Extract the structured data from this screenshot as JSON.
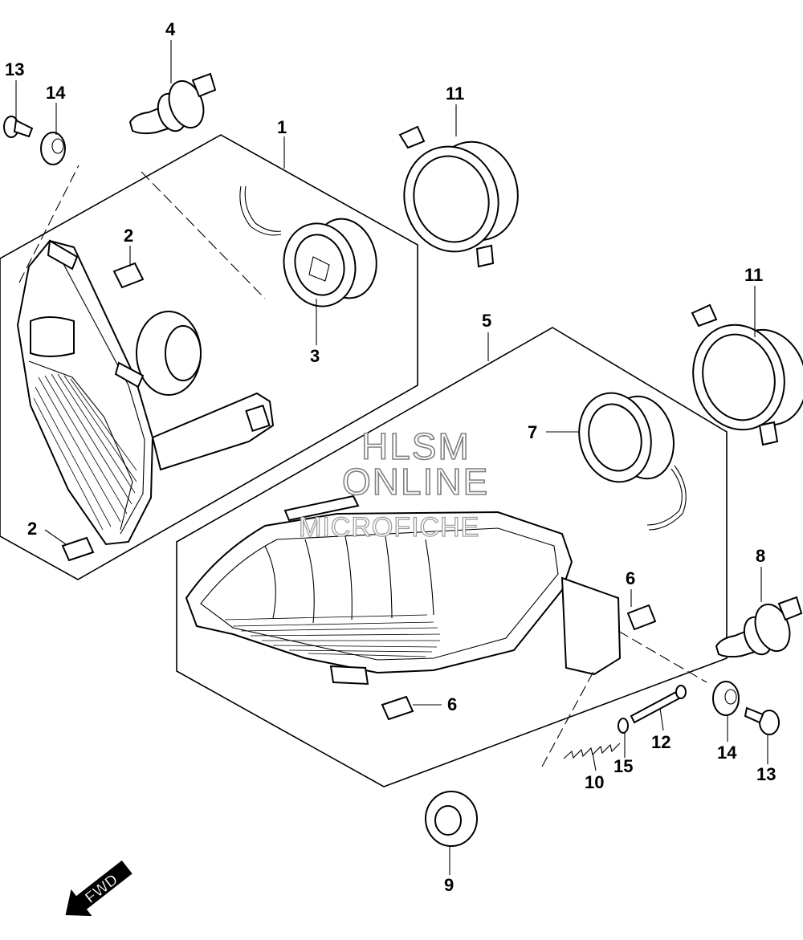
{
  "callouts": [
    {
      "id": "c1",
      "label": "1"
    },
    {
      "id": "c2a",
      "label": "2"
    },
    {
      "id": "c2b",
      "label": "2"
    },
    {
      "id": "c3",
      "label": "3"
    },
    {
      "id": "c4",
      "label": "4"
    },
    {
      "id": "c5",
      "label": "5"
    },
    {
      "id": "c6a",
      "label": "6"
    },
    {
      "id": "c6b",
      "label": "6"
    },
    {
      "id": "c7",
      "label": "7"
    },
    {
      "id": "c8",
      "label": "8"
    },
    {
      "id": "c9",
      "label": "9"
    },
    {
      "id": "c10",
      "label": "10"
    },
    {
      "id": "c11a",
      "label": "11"
    },
    {
      "id": "c11b",
      "label": "11"
    },
    {
      "id": "c12",
      "label": "12"
    },
    {
      "id": "c13a",
      "label": "13"
    },
    {
      "id": "c13b",
      "label": "13"
    },
    {
      "id": "c14a",
      "label": "14"
    },
    {
      "id": "c14b",
      "label": "14"
    },
    {
      "id": "c15",
      "label": "15"
    }
  ],
  "watermark": {
    "line1": "HLSM",
    "line2": "ONLINE",
    "line3": "MICROFICHE"
  },
  "direction_arrow": {
    "label": "FWD"
  }
}
